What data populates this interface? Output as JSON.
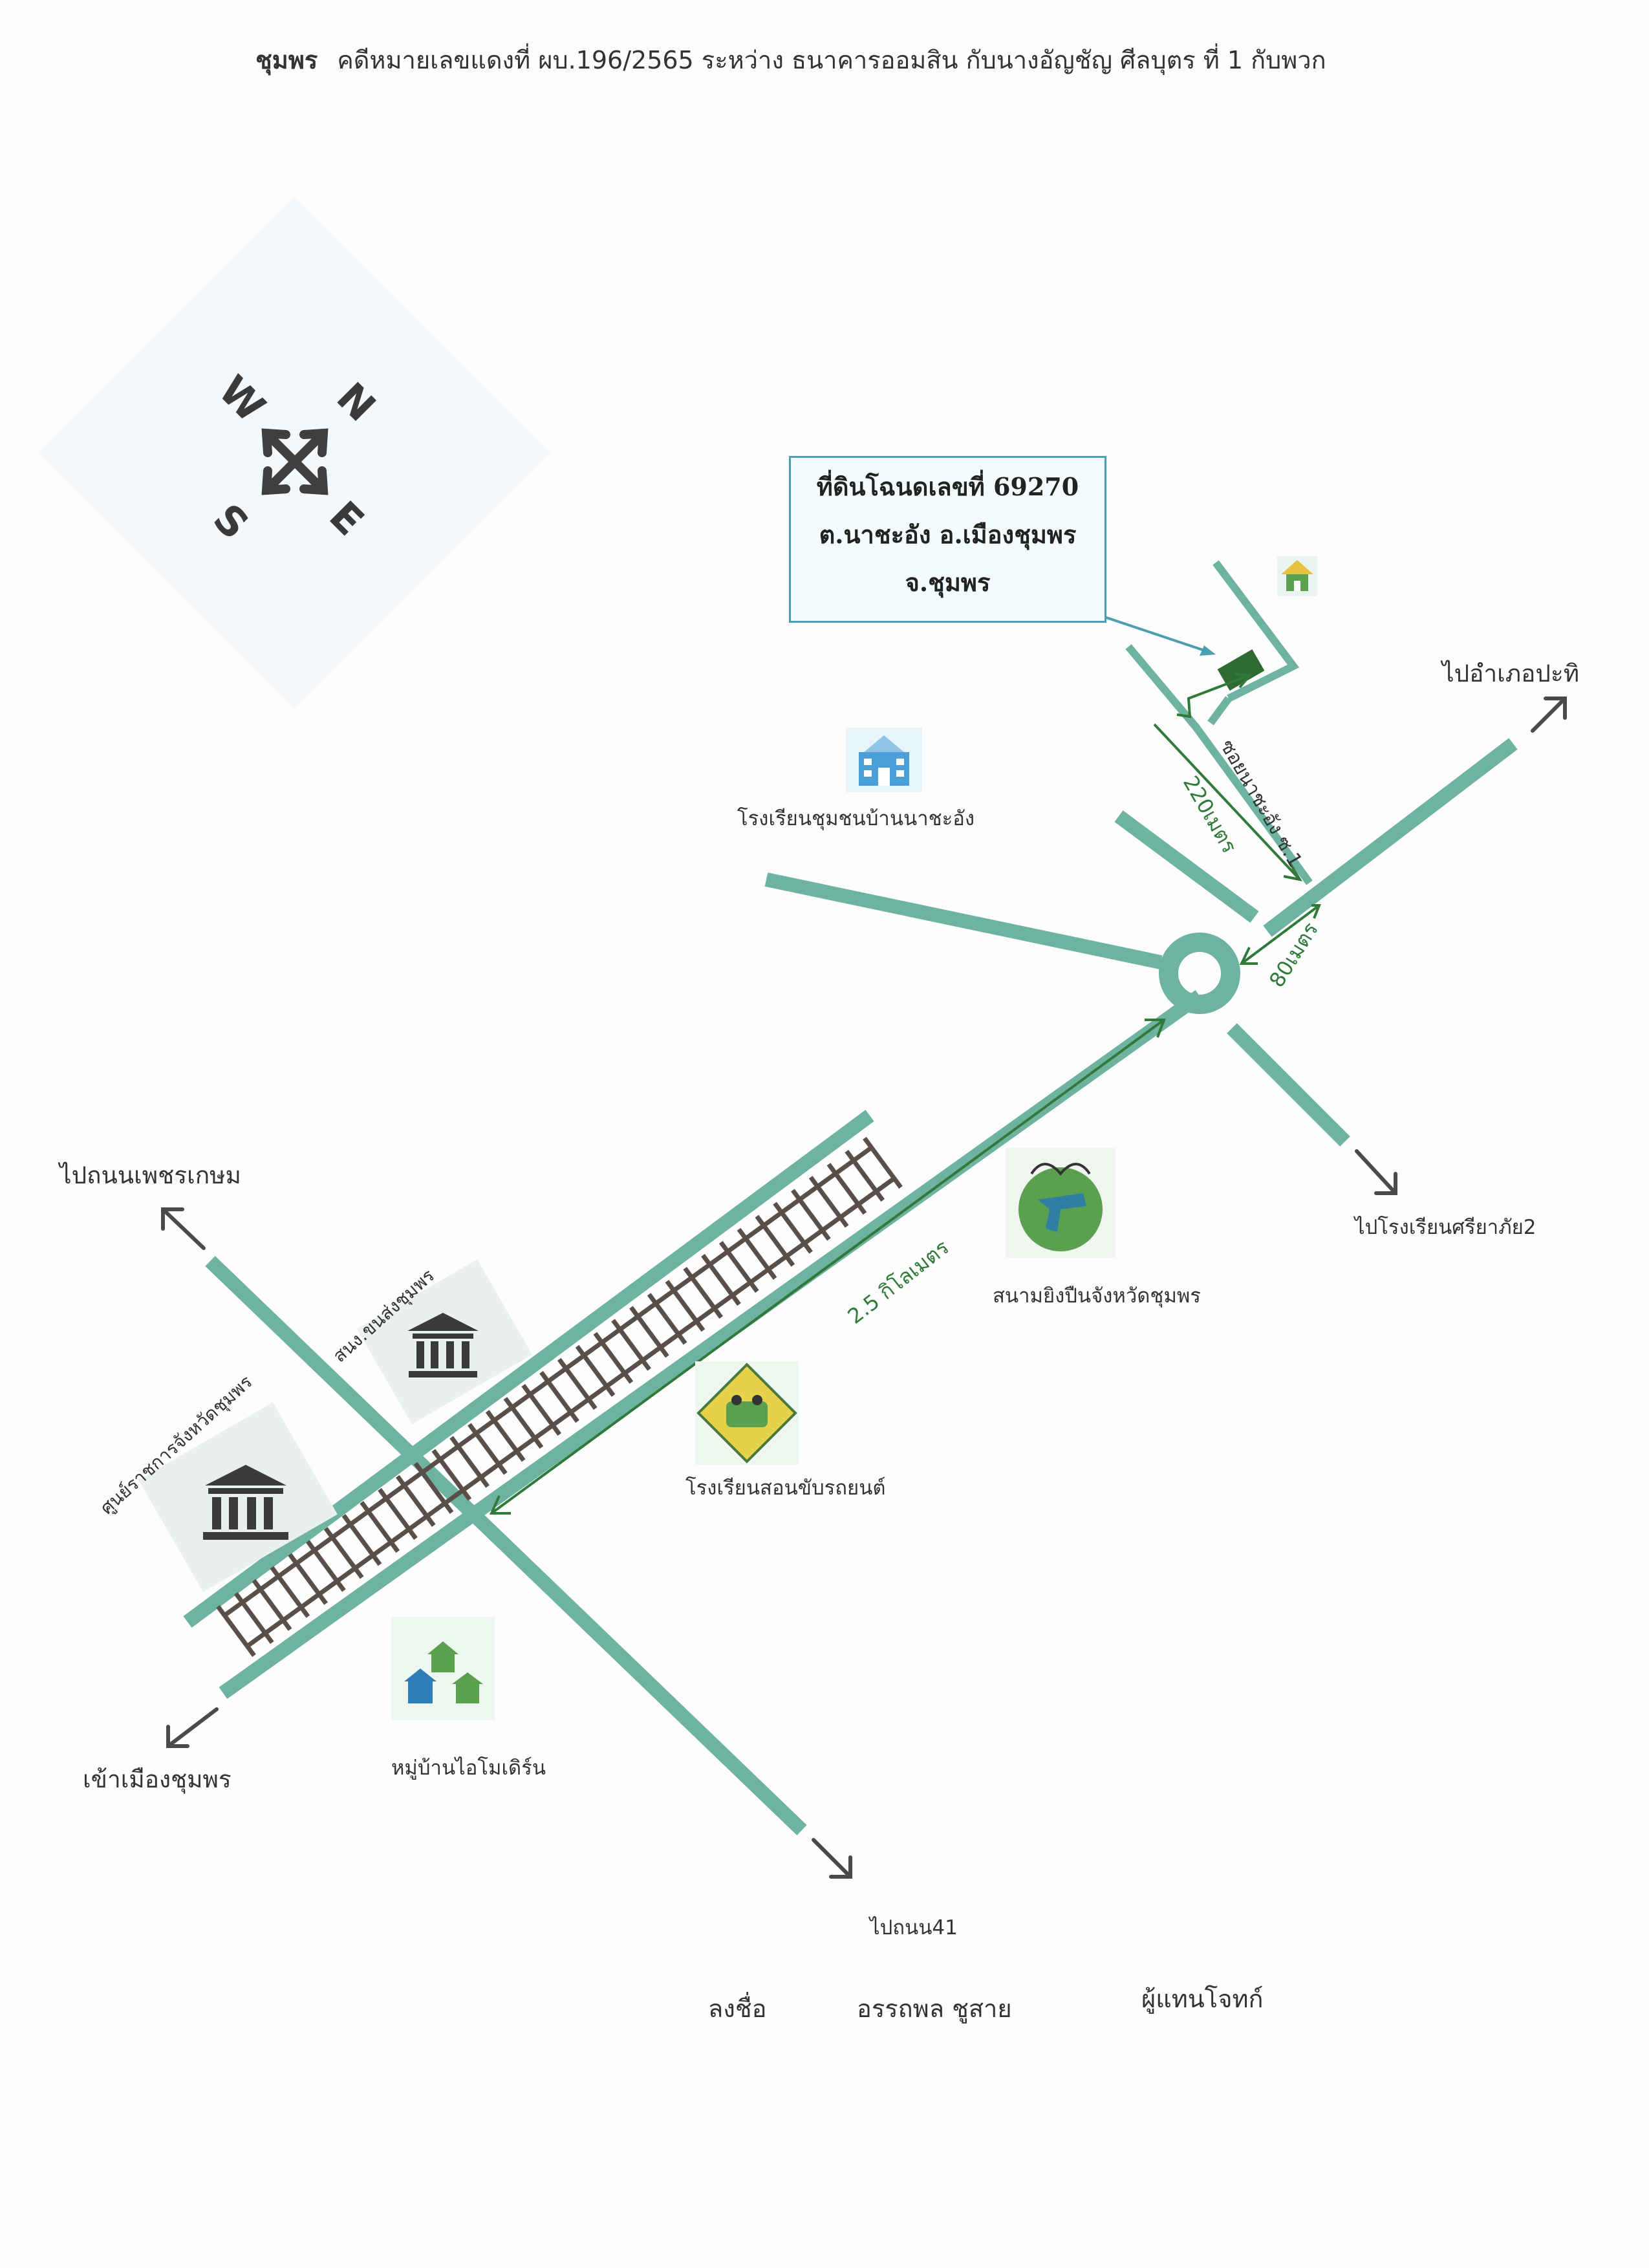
{
  "header": {
    "province": "ชุมพร",
    "case_text": "คดีหมายเลขแดงที่ ผบ.196/2565 ระหว่าง ธนาคารออมสิน  กับนางอัญชัญ  ศีลบุตร ที่ 1 กับพวก"
  },
  "compass": {
    "n": "N",
    "e": "E",
    "s": "S",
    "w": "W",
    "icon": "compass-icon"
  },
  "land_callout": {
    "line1": "ที่ดินโฉนดเลขที่ 69270",
    "line2": "ต.นาชะอัง  อ.เมืองชุมพร",
    "line3": "จ.ชุมพร"
  },
  "places": {
    "school_community": "โรงเรียนชุมชนบ้านนาชะอัง",
    "shooting_range": "สนามยิงปืนจังหวัดชุมพร",
    "driving_school": "โรงเรียนสอนขับรถยนต์",
    "transport_office": "สนง.ขนส่งชุมพร",
    "government_center": "ศูนย์ราชการจังหวัดชุมพร",
    "village": "หมู่บ้านไอโมเดิร์น"
  },
  "directions": {
    "to_pathio": "ไปอำเภอปะทิ",
    "to_petchkasem": "ไปถนนเพชรเกษม",
    "to_school_sriyapai": "ไปโรงเรียนศรียาภัย2",
    "to_chumphon_city": "เข้าเมืองชุมพร",
    "to_road41": "ไปถนน41"
  },
  "distances": {
    "soi_name": "ซอยนาชะอัง ซ.1",
    "d220": "220เมตร",
    "d80": "80เมตร",
    "d25km": "2.5 กิโลเมตร"
  },
  "signature": {
    "sign_label": "ลงชื่อ",
    "name": "อรรถพล ชูสาย",
    "role": "ผู้แทนโจทก์"
  },
  "colors": {
    "road": "#6db3a0",
    "rail": "#5a4e48",
    "arrow": "#2f7a3a",
    "callout_border": "#4c9fb1",
    "plot": "#2e6b33"
  }
}
